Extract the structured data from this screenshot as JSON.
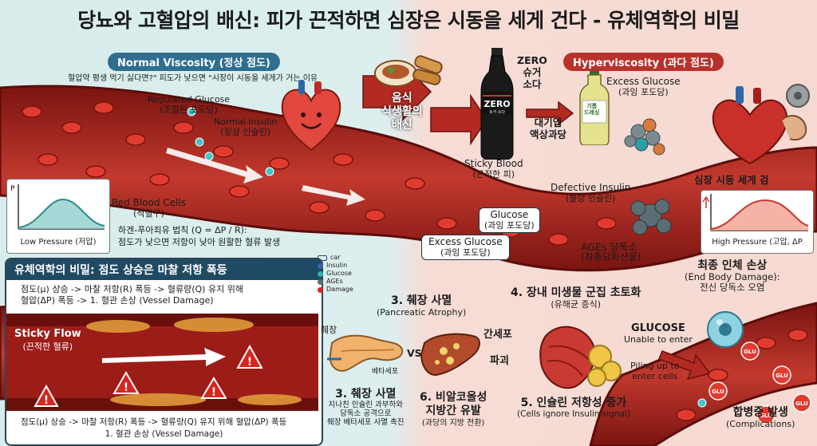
{
  "title": "당뇨와 고혈압의 배신: 피가 끈적하면 심장은 시동을 세게 건다 - 유체역학의 비밀",
  "normal": {
    "pill": "Normal Viscosity (정상 점도)",
    "subtitle": "혈압약 평생 먹기 싫다면?\" 피도가 낮으면 \"시장이 시동을 세게가 거는 이유",
    "regulated_glucose": "Regulated Glucose",
    "regulated_glucose_ko": "(조절된 포도당)",
    "normal_insulin": "Normal Insulin",
    "normal_insulin_ko": "(정상 인슐린)",
    "rbc": "Red Blood Cells",
    "rbc_ko": "(적혈구)",
    "law": "하겐-푸아죄유 법칙 (Q = ΔP / R):",
    "law_desc": "점도가 낮으면 저항이 낮아 원활한 혈류 발생",
    "graph_label": "Low Pressure (저압)",
    "graph_axis": "P"
  },
  "center": {
    "betrayal": "음식\n식생활의\n배신",
    "zero": "ZERO\n슈거\n소다",
    "bottle_label": "ZERO",
    "bottle_sub": "슈거 소다",
    "corp": "대기업\n액상과당",
    "sticky_blood": "Sticky Blood",
    "sticky_blood_ko": "(끈적한 피)",
    "glucose": "Glucose",
    "glucose_ko": "(과잉 포도당)",
    "excess_glucose2": "Excess Glucose",
    "excess_glucose2_ko": "(과잉 포도당)",
    "defective_insulin": "Defective Insulin",
    "defective_insulin_ko": "(불량 인슐린)",
    "dressing": "기름\n드레싱"
  },
  "hyper": {
    "pill": "Hyperviscosity (과다 점도)",
    "excess_glucose": "Excess Glucose",
    "excess_glucose_ko": "(과잉 포도당)",
    "heart_label": "심장 시동 세게 검",
    "graph_label": "High Pressure (고압, ΔP",
    "ages": "AGEs 당독소",
    "ages_ko": "(최종당화산물)",
    "final_damage": "최종 인체 손상",
    "final_damage_en": "(End Body Damage):",
    "final_damage_desc": "전신 당독소 오염"
  },
  "secret": {
    "header": "유체역학의 비밀: 점도 상승은 마찰 저항 폭등",
    "line1": "점도(μ) 상승 -> 마찰 저항(R) 폭등 -> 혈류량(Q) 유지 위해",
    "line2": "혈압(ΔP) 폭등 -> 1. 혈관 손상 (Vessel Damage)",
    "sticky_flow": "Sticky Flow",
    "sticky_flow_ko": "(끈적한 혈류)",
    "bottom1": "점도(μ) 상승 -> 마찰 저항(R) 폭등 -> 혈류량(Q) 유지 위해 혈압(ΔP) 폭등",
    "bottom2": "1. 혈관 손상 (Vessel Damage)",
    "legend": [
      "car",
      "Insulin",
      "Glucose",
      "AGEs",
      "Damage"
    ]
  },
  "steps": {
    "s3_title": "3. 췌장 사멸",
    "s3_en": "(Pancreatic Atrophy)",
    "pancreas": "췌장",
    "vs": "VS",
    "beta": "베타세포",
    "s3b_title": "3. 췌장 사멸",
    "s3b_desc": "지나친 인슐린 과부하와\n당독소 공격으로\n췌장 베타세포 사멸 촉진",
    "s4_title": "4. 장내 미생물 군집 초토화",
    "s4_ko": "(유해균 증식)",
    "liver_cell": "간세포",
    "destroy": "파괴",
    "s6_title": "6. 비알코올성\n지방간 유발",
    "s6_ko": "(과당의 지방 전환)",
    "s5_title": "5. 인슐린 저항성 증가",
    "s5_en": "(Cells ignore Insulin signal)",
    "glucose_cap": "GLUCOSE",
    "unable": "Unable to enter",
    "piling": "Piling up to\nenter cells",
    "complication": "합병증 발생",
    "complication_en": "(Complications)",
    "glu": "GLU"
  },
  "colors": {
    "vessel": "#9e1f1a",
    "vessel_inner": "#c23a2f",
    "rbc": "#d8322a",
    "glucose": "#2ab3b8",
    "heading_blue": "#1f4a63",
    "pill_red": "#b8322b"
  }
}
